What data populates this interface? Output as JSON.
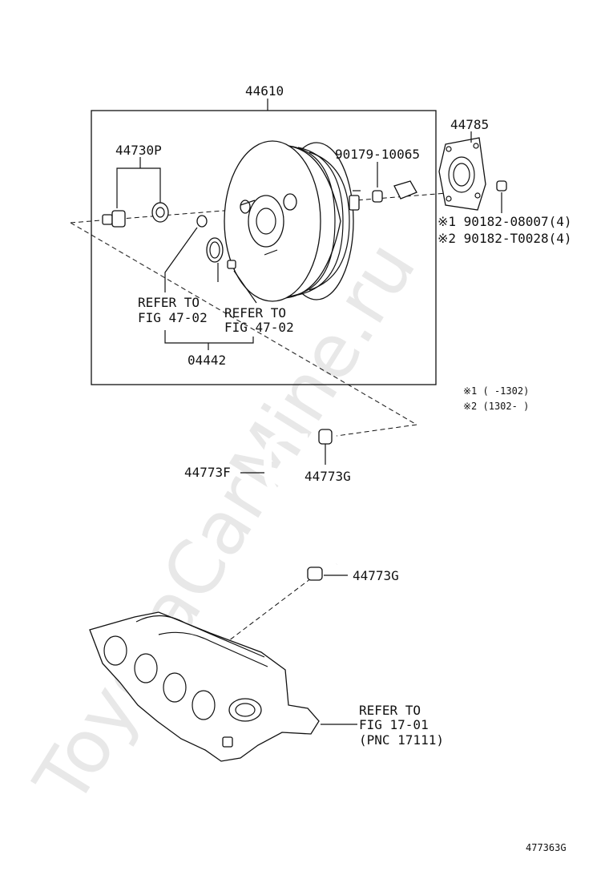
{
  "watermark": "ToyotaCarMine.ru",
  "labels": {
    "booster_assy": "44610",
    "gasket_plate": "44785",
    "check_valve": "44730P",
    "bushing": "90179-10065",
    "nut_1": "※1 90182-08007(4)",
    "nut_2": "※2 90182-T0028(4)",
    "refer_a_line1": "REFER TO",
    "refer_a_line2": "FIG 47-02",
    "refer_b_line1": "REFER TO",
    "refer_b_line2": "FIG 47-02",
    "kit": "04442",
    "hose": "44773F",
    "clip_upper": "44773G",
    "clip_lower": "44773G",
    "manifold_line1": "REFER TO",
    "manifold_line2": "FIG 17-01",
    "manifold_line3": "(PNC 17111)",
    "diagram_id": "477363G"
  },
  "notes": {
    "note_1": "※1 (     -1302)",
    "note_2": "※2 (1302-     )"
  }
}
